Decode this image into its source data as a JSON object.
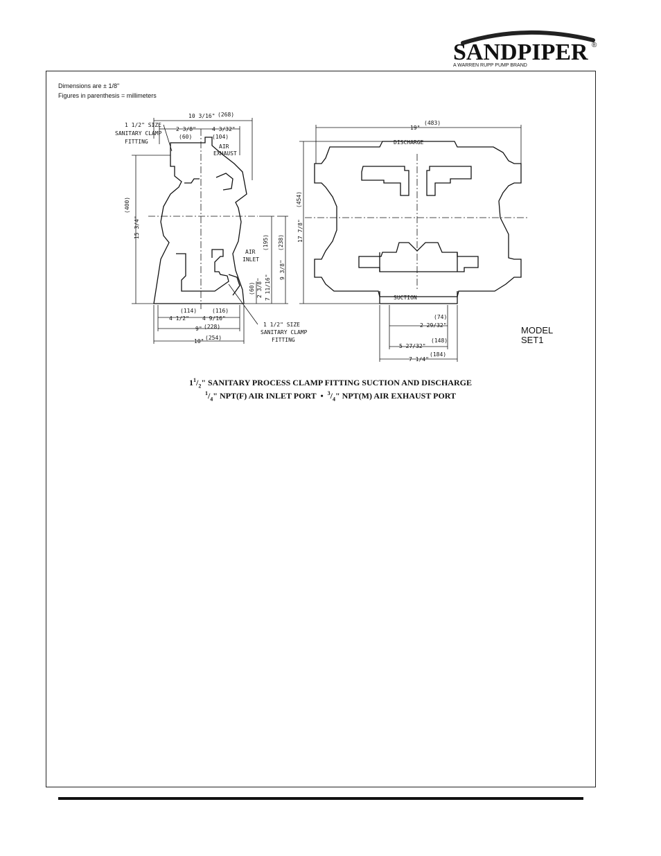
{
  "brand": {
    "name": "SANDPIPER",
    "registered": "®",
    "tagline": "A WARREN RUPP PUMP BRAND"
  },
  "notes": {
    "tolerance": "Dimensions are ± 1/8\"",
    "units": "Figures in parenthesis = millimeters"
  },
  "side_view": {
    "fitting_top": [
      "1 1/2\" SIZE",
      "SANITARY CLAMP",
      "FITTING"
    ],
    "fitting_bottom": [
      "1 1/2\" SIZE",
      "SANITARY CLAMP",
      "FITTING"
    ],
    "air_exhaust": [
      "AIR",
      "EXHAUST"
    ],
    "air_inlet": [
      "AIR",
      "INLET"
    ],
    "dims": {
      "overall_depth": "10 3/16\"",
      "overall_depth_mm": "(268)",
      "top_left": "2 3/8\"",
      "top_left_mm": "(60)",
      "top_right": "4 3/32\"",
      "top_right_mm": "(104)",
      "height": "15 3/4\"",
      "height_mm": "(400)",
      "inlet_height": "7 11/16\"",
      "inlet_height_mm": "(195)",
      "inlet_total": "9 3/8\"",
      "inlet_total_mm": "(238)",
      "bottom_height": "2 3/8\"",
      "bottom_height_mm": "(60)",
      "base_left": "4 1/2\"",
      "base_left_mm": "(114)",
      "base_right": "4 9/16\"",
      "base_right_mm": "(116)",
      "base_mid": "9\"",
      "base_mid_mm": "(228)",
      "base_total": "10\"",
      "base_total_mm": "(254)"
    }
  },
  "front_view": {
    "discharge_label": "DISCHARGE",
    "suction_label": "SUCTION",
    "dims": {
      "width": "19\"",
      "width_mm": "(483)",
      "height": "17 7/8\"",
      "height_mm": "(454)",
      "port_offset": "2 29/32\"",
      "port_offset_mm": "(74)",
      "port_span": "5 27/32\"",
      "port_span_mm": "(148)",
      "base_width": "7 1/4\"",
      "base_width_mm": "(184)"
    }
  },
  "model": {
    "line1": "MODEL",
    "line2": "SET1"
  },
  "caption": {
    "line1_whole": "1",
    "line1_frac_num": "1",
    "line1_frac_den": "2",
    "line1_text": "\" SANITARY PROCESS CLAMP FITTING SUCTION AND DISCHARGE",
    "line2_a_num": "1",
    "line2_a_den": "4",
    "line2_a_text": "\" NPT(F) AIR INLET PORT  •  ",
    "line2_b_num": "3",
    "line2_b_den": "4",
    "line2_b_text": "\" NPT(M) AIR EXHAUST PORT"
  }
}
